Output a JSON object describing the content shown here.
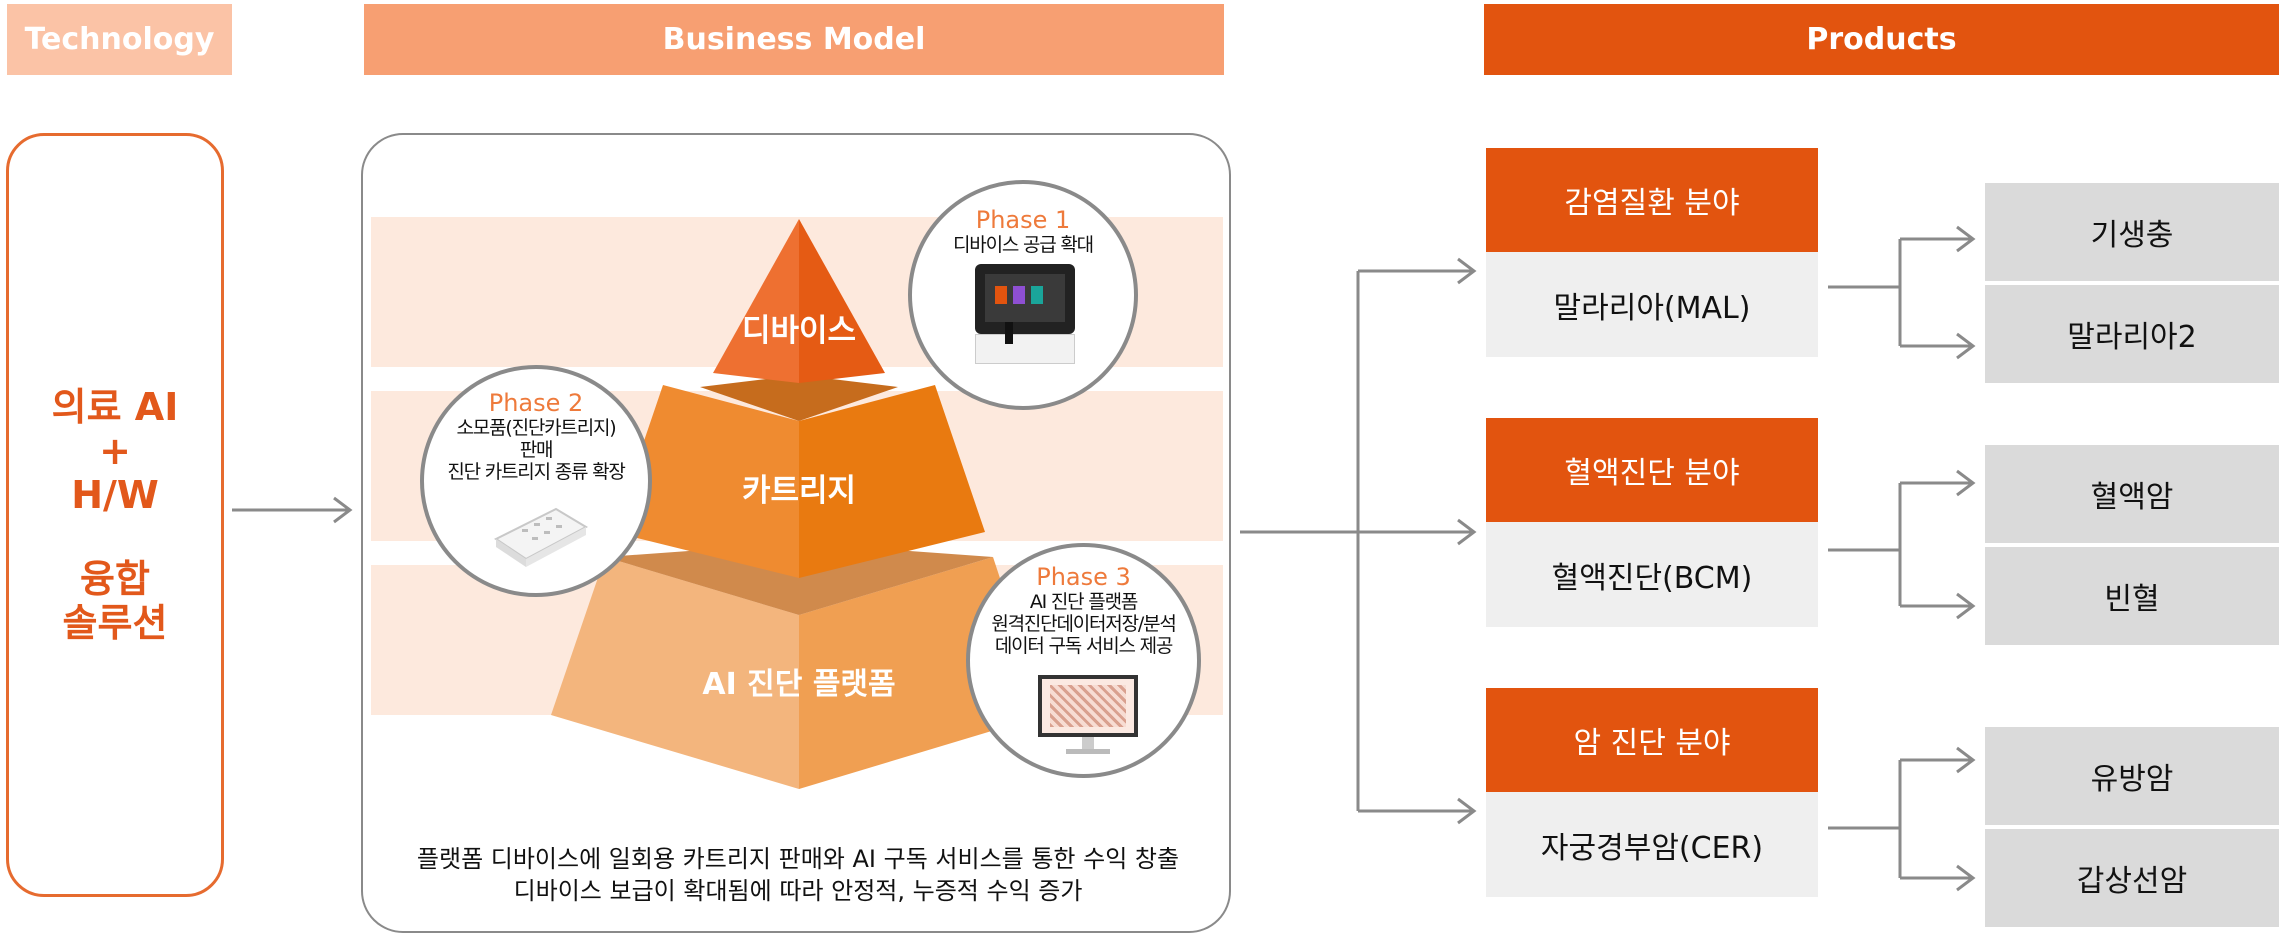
{
  "headers": {
    "technology": "Technology",
    "business_model": "Business Model",
    "products": "Products"
  },
  "technology_box": {
    "line1": "의료 AI",
    "line2": "+",
    "line3": "H/W",
    "line4": "융합",
    "line5": "솔루션"
  },
  "pyramid": {
    "top": "디바이스",
    "middle": "카트리지",
    "bottom": "AI 진단 플랫폼"
  },
  "phases": [
    {
      "title": "Phase 1",
      "lines": [
        "디바이스 공급 확대"
      ]
    },
    {
      "title": "Phase 2",
      "lines": [
        "소모품(진단카트리지)",
        "판매",
        "진단 카트리지 종류 확장"
      ]
    },
    {
      "title": "Phase 3",
      "lines": [
        "AI 진단 플랫폼",
        "원격진단데이터저장/분석",
        "데이터 구독 서비스 제공"
      ]
    }
  ],
  "caption": {
    "line1": "플랫폼 디바이스에 일회용 카트리지 판매와 AI 구독 서비스를 통한 수익 창출",
    "line2": "디바이스 보급이 확대됨에 따라 안정적, 누증적 수익 증가"
  },
  "categories": [
    {
      "header": "감염질환 분야",
      "item": "말라리아(MAL)",
      "products": [
        "기생충",
        "말라리아2"
      ]
    },
    {
      "header": "혈액진단 분야",
      "item": "혈액진단(BCM)",
      "products": [
        "혈액암",
        "빈혈"
      ]
    },
    {
      "header": "암 진단 분야",
      "item": "자궁경부암(CER)",
      "products": [
        "유방암",
        "갑상선암"
      ]
    }
  ],
  "colors": {
    "tech_header": "#fbc3a6",
    "bm_header": "#f79f72",
    "products_header": "#e2540f",
    "accent": "#e2581b",
    "connector": "#8a8a8a"
  }
}
